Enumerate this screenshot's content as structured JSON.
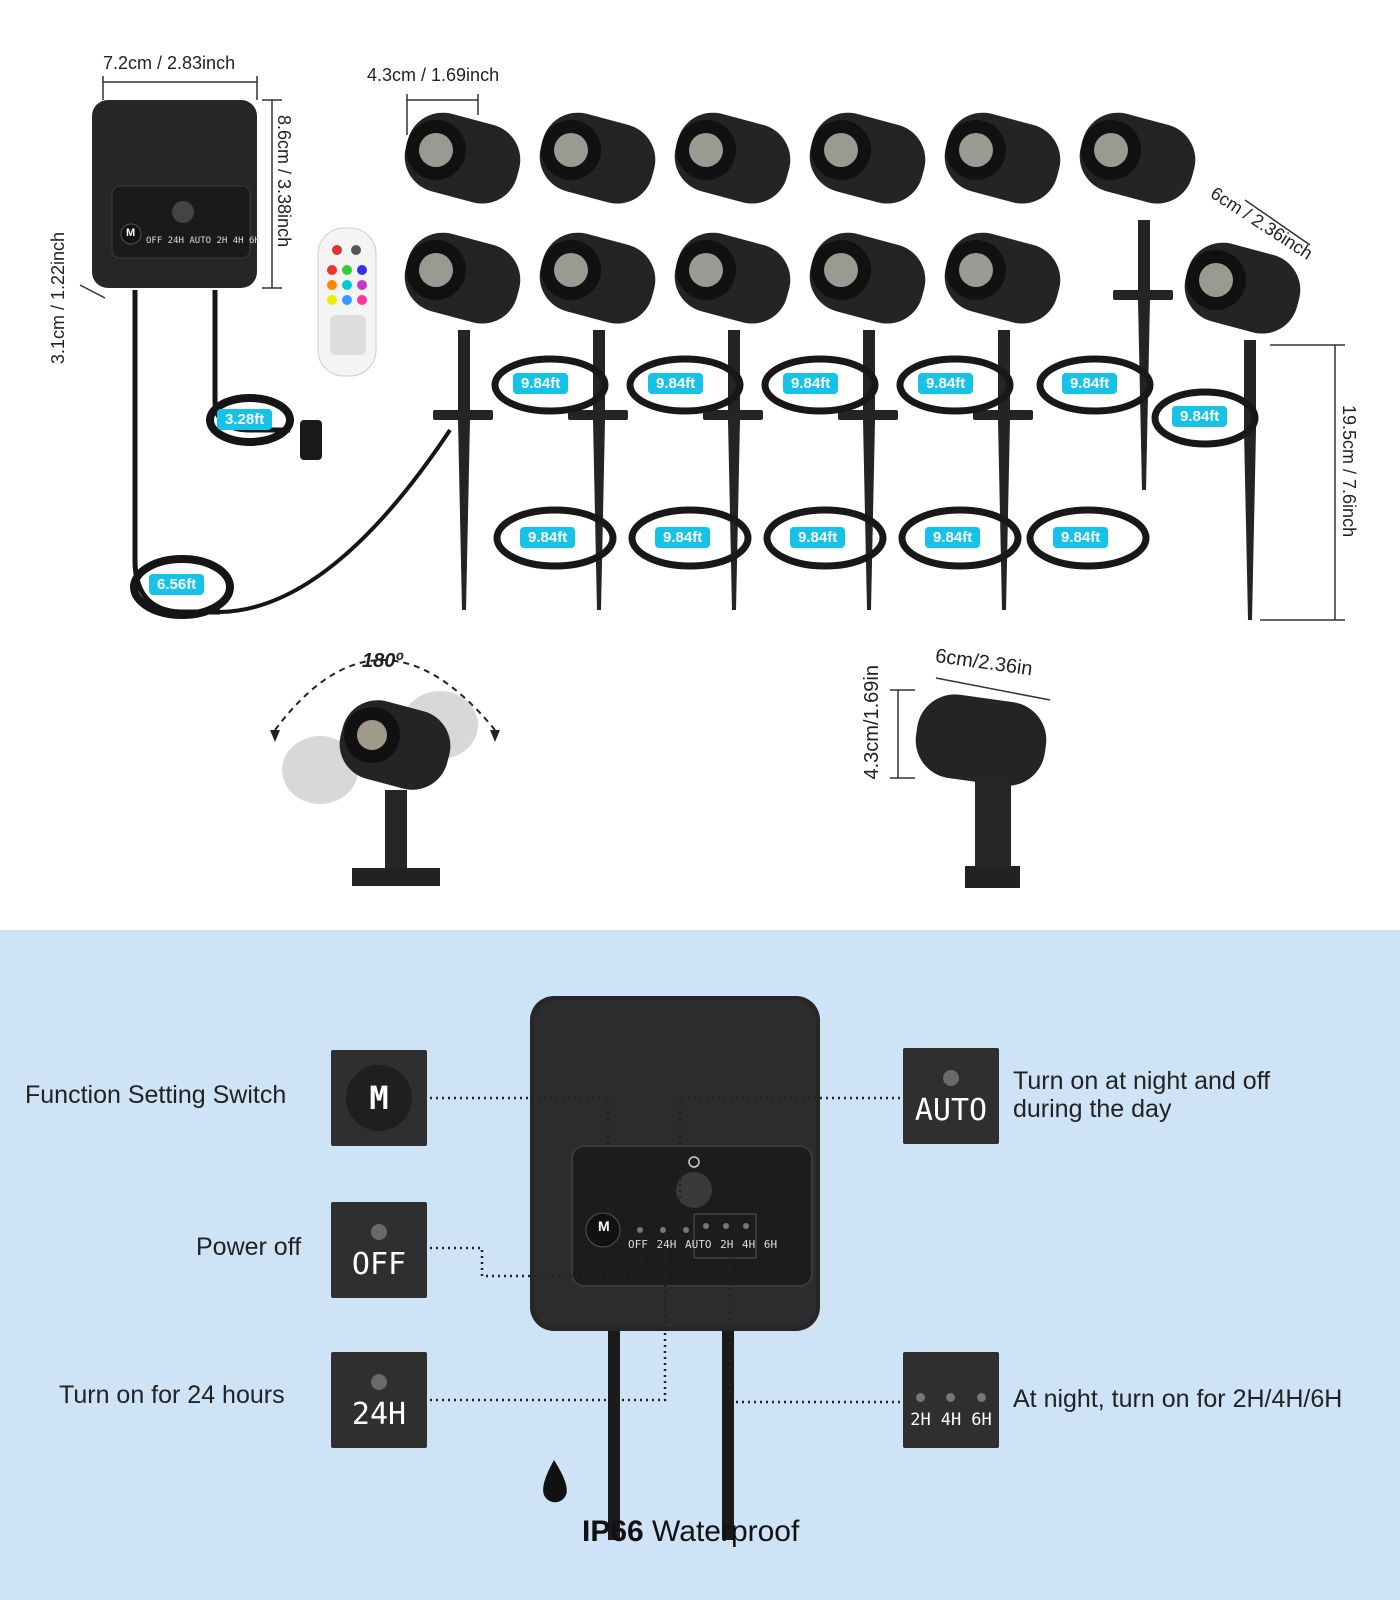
{
  "dimensions": {
    "controller_width": "7.2cm / 2.83inch",
    "controller_height": "8.6cm / 3.38inch",
    "controller_depth": "3.1cm / 1.22inch",
    "lamp_width": "4.3cm / 1.69inch",
    "lamp_length": "6cm / 2.36inch",
    "lamp_height": "19.5cm / 7.6inch",
    "side_length": "6cm/2.36in",
    "side_height": "4.3cm/1.69in",
    "rotation": "180º"
  },
  "cables": {
    "plug": "3.28ft",
    "main": "6.56ft",
    "segment": "9.84ft"
  },
  "controller": {
    "m_label": "M",
    "modes": [
      "OFF",
      "24H",
      "AUTO",
      "2H",
      "4H",
      "6H"
    ]
  },
  "features": {
    "m": {
      "label": "Function Setting Switch",
      "icon": "M"
    },
    "off": {
      "label": "Power off",
      "icon": "OFF"
    },
    "h24": {
      "label": "Turn on for 24 hours",
      "icon": "24H"
    },
    "auto": {
      "label": "Turn on at night and off during the day",
      "icon": "AUTO"
    },
    "hours": {
      "label": "At night, turn on for 2H/4H/6H",
      "icons": [
        "2H",
        "4H",
        "6H"
      ]
    }
  },
  "waterproof": {
    "bold": "IP66",
    "rest": " Waterproof"
  },
  "colors": {
    "accent": "#16c2e6",
    "panel_bg": "#cfe3f7",
    "device": "#2b2b2b"
  }
}
